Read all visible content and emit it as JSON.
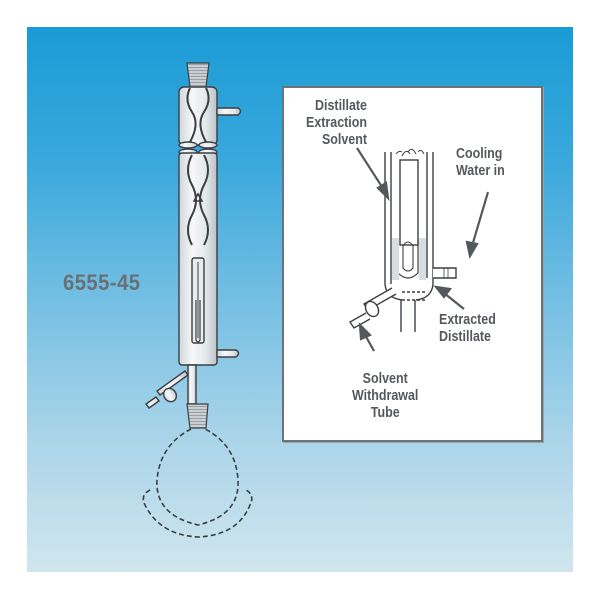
{
  "figure": {
    "part_number": "6555-45",
    "colors": {
      "background_top": "#1a9bd6",
      "background_bottom": "#d0e6ee",
      "label_text": "#54585c",
      "part_number_text": "#6b6f73",
      "inset_border": "#6e7175",
      "glass_outline": "#3c3f42"
    },
    "main_apparatus": {
      "name": "distillate extraction condenser",
      "flask_outline": "dashed"
    },
    "inset": {
      "labels": {
        "distillate_extraction_solvent": [
          "Distillate",
          "Extraction",
          "Solvent"
        ],
        "cooling_water_in": [
          "Cooling",
          "Water in"
        ],
        "extracted_distillate": [
          "Extracted",
          "Distillate"
        ],
        "solvent_withdrawal_tube": [
          "Solvent",
          "Withdrawal",
          "Tube"
        ]
      }
    }
  }
}
